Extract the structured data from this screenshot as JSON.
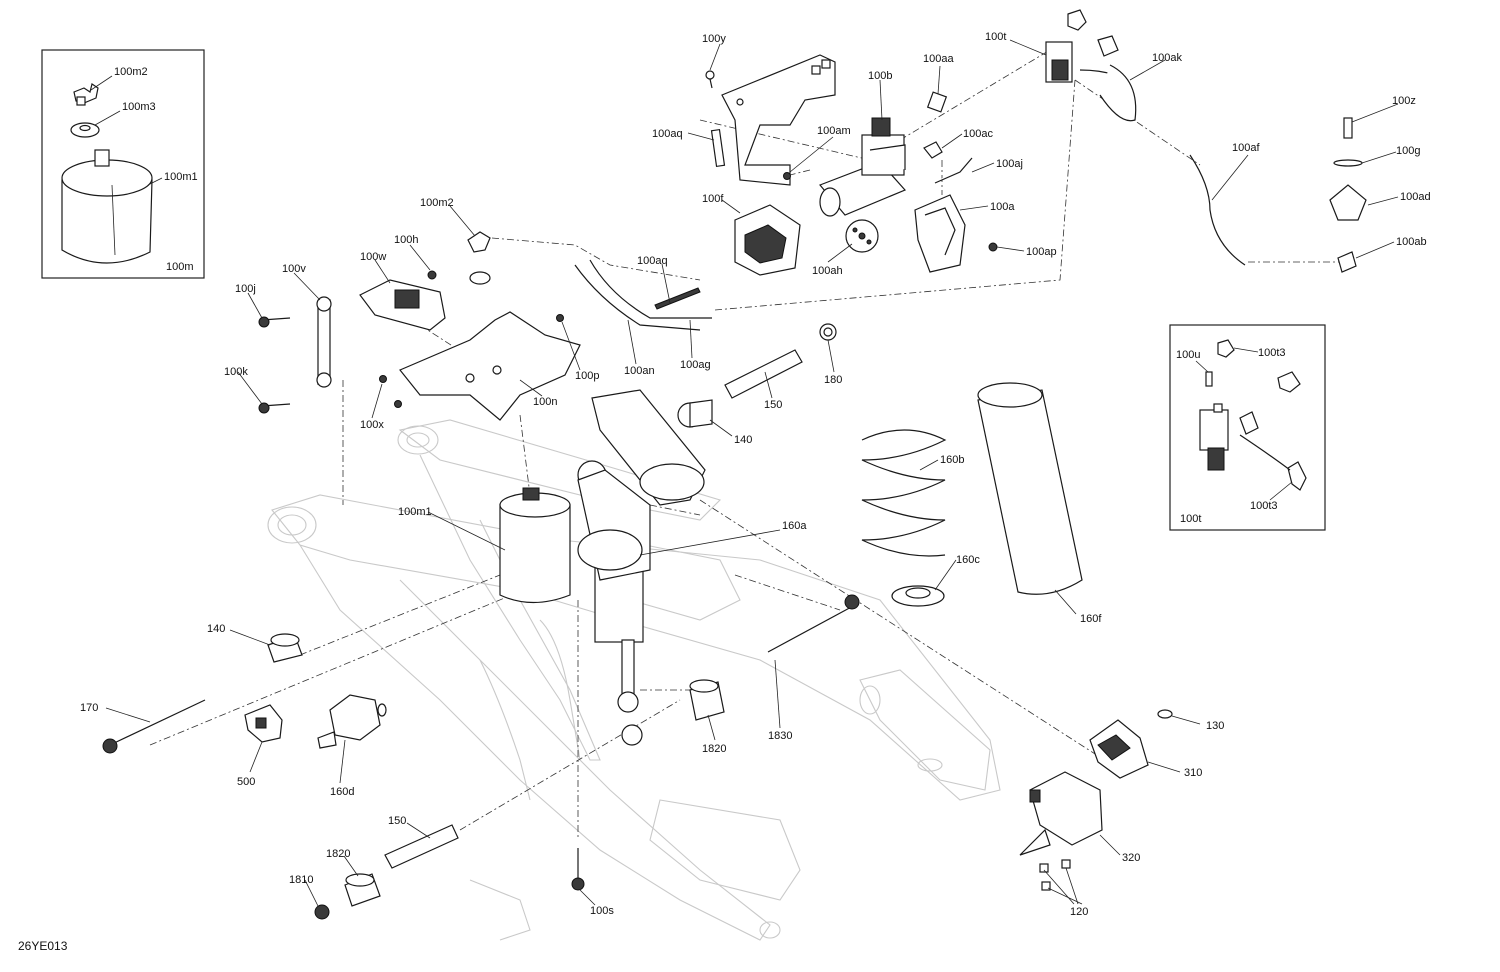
{
  "drawing_id": "26YE013",
  "callouts": {
    "c100m2a": "100m2",
    "c100m3": "100m3",
    "c100m1a": "100m1",
    "c100m": "100m",
    "c100y": "100y",
    "c100t": "100t",
    "c100ak": "100ak",
    "c100b": "100b",
    "c100aa": "100aa",
    "c100z": "100z",
    "c100am": "100am",
    "c100ac": "100ac",
    "c100aq": "100aq",
    "c100af": "100af",
    "c100g": "100g",
    "c100aj": "100aj",
    "c100f": "100f",
    "c100a": "100a",
    "c100ad": "100ad",
    "c100m2b": "100m2",
    "c100ab": "100ab",
    "c100ah": "100ah",
    "c100ap": "100ap",
    "c100h": "100h",
    "c100w": "100w",
    "c100v": "100v",
    "c100j": "100j",
    "c100aq2": "100aq",
    "c100ag": "100ag",
    "c100an": "100an",
    "c100p": "100p",
    "c180": "180",
    "c100u": "100u",
    "c100t3a": "100t3",
    "c100k": "100k",
    "c100n": "100n",
    "c150a": "150",
    "c100x": "100x",
    "c140a": "140",
    "c160b": "160b",
    "c100t3b": "100t3",
    "c100tb": "100t",
    "c100m1b": "100m1",
    "c160a": "160a",
    "c160c": "160c",
    "c160f": "160f",
    "c140b": "140",
    "c170": "170",
    "c1820a": "1820",
    "c1830": "1830",
    "c130": "130",
    "c500": "500",
    "c160d": "160d",
    "c310": "310",
    "c150b": "150",
    "c320": "320",
    "c1820b": "1820",
    "c1810": "1810",
    "c100s": "100s",
    "c120": "120"
  }
}
